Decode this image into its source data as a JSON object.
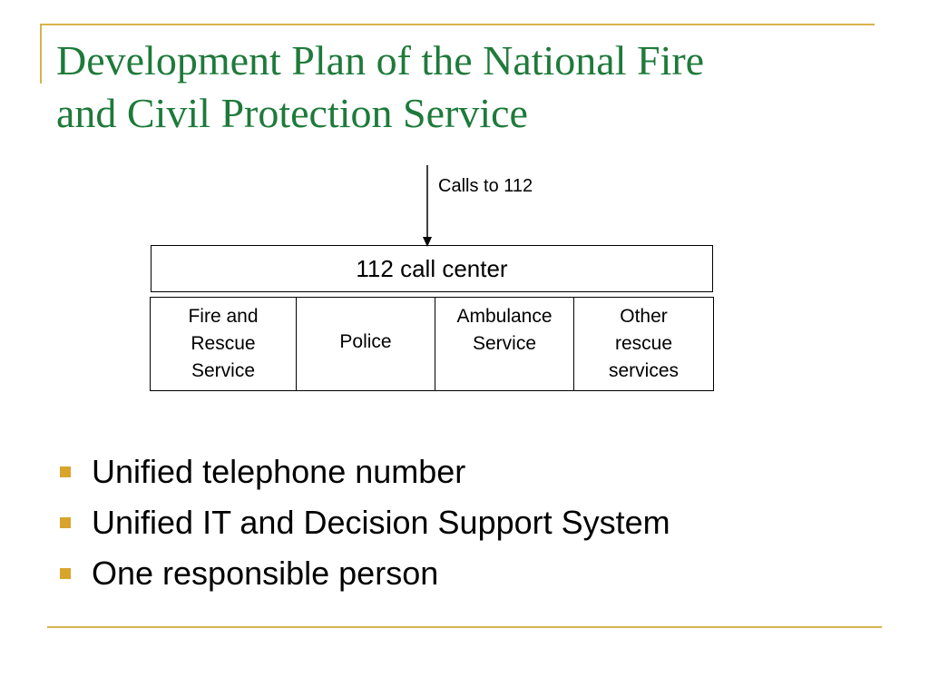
{
  "slide": {
    "title_lines": [
      "Development Plan of the National Fire",
      "and Civil Protection Service"
    ],
    "colors": {
      "title": "#1e7a3a",
      "accent_rule": "#d8b34c",
      "bullet_marker": "#d8a42c"
    }
  },
  "diagram": {
    "incoming_label": "Calls to 112",
    "center_label": "112 call center",
    "services": [
      {
        "lines": [
          "Fire and",
          "Rescue",
          "Service"
        ]
      },
      {
        "lines": [
          "Police"
        ]
      },
      {
        "lines": [
          "Ambulance",
          "Service"
        ]
      },
      {
        "lines": [
          "Other",
          "rescue",
          "services"
        ]
      }
    ]
  },
  "bullets": [
    "Unified telephone number",
    "Unified IT and Decision Support System",
    "One responsible person"
  ]
}
